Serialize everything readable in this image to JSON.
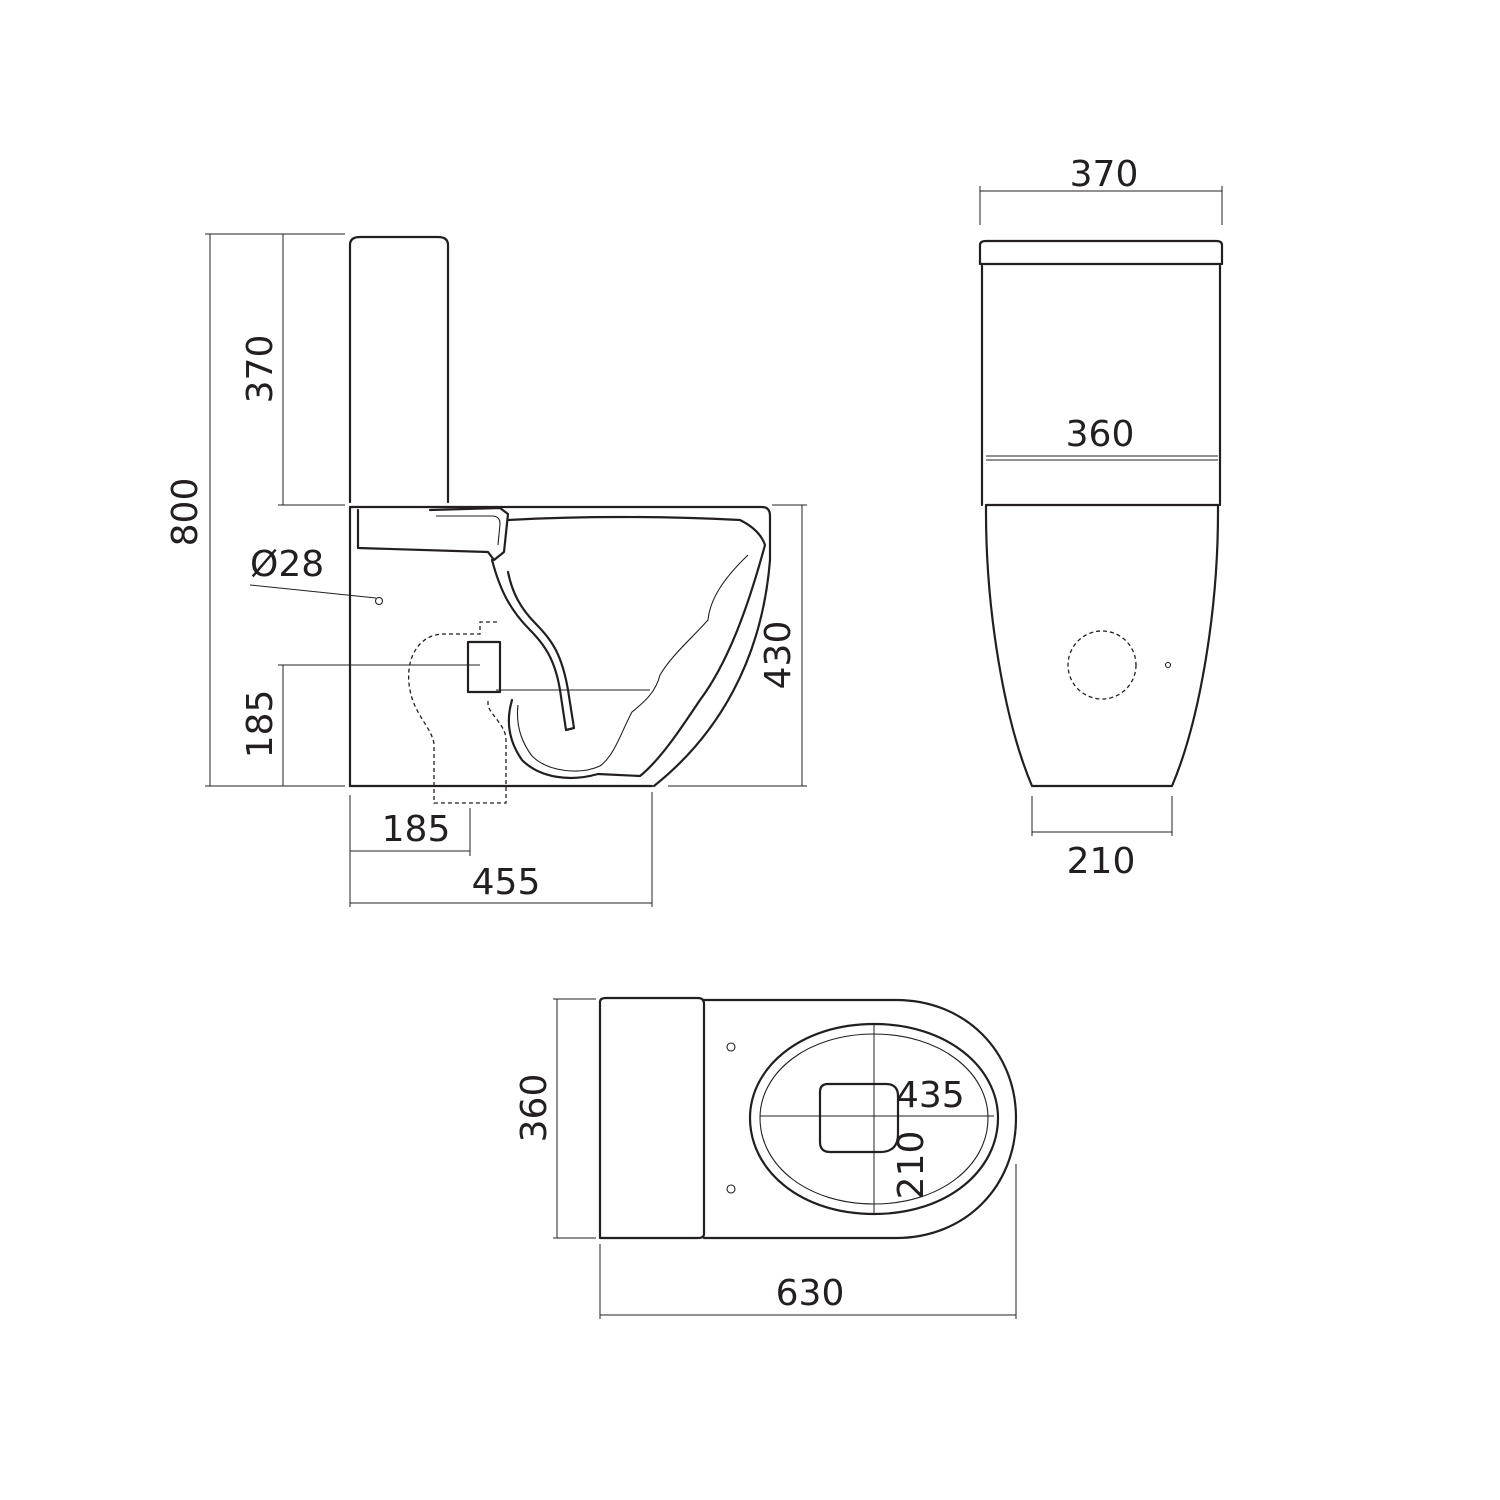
{
  "side_view": {
    "total_height": "800",
    "cistern_height": "370",
    "inlet_diameter": "Ø28",
    "outlet_height": "185",
    "pan_height": "430",
    "outlet_setback": "185",
    "pan_depth": "455"
  },
  "front_view": {
    "cistern_width": "370",
    "body_width": "360",
    "base_width": "210"
  },
  "top_view": {
    "width": "360",
    "bowl_length": "435",
    "bowl_width": "210",
    "total_length": "630"
  }
}
